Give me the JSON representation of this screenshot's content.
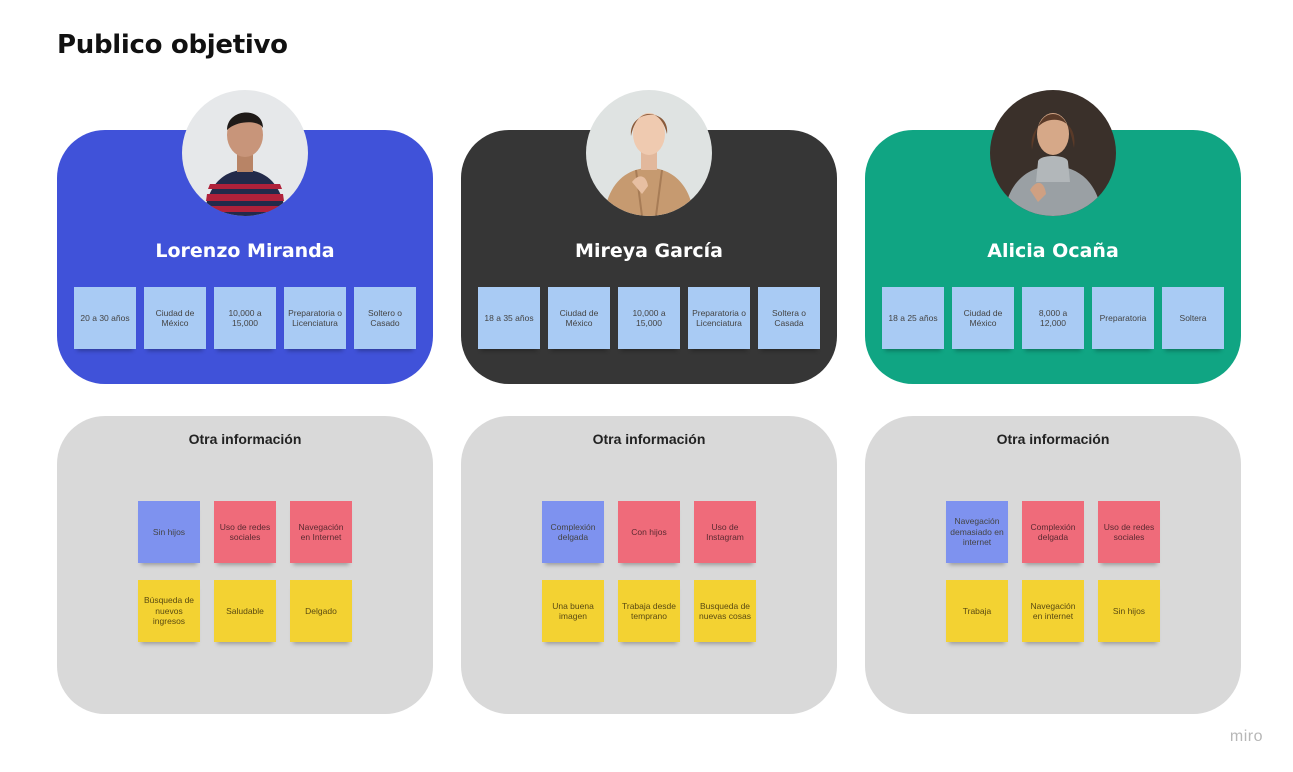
{
  "page_title": "Publico objetivo",
  "personas": [
    {
      "name": "Lorenzo Miranda",
      "color": "#4052d9",
      "photo": "young-man-red-striped-sweater",
      "attributes": [
        "20 a 30 años",
        "Ciudad de México",
        "10,000 a 15,000",
        "Preparatoria o Licenciatura",
        "Soltero o Casado"
      ]
    },
    {
      "name": "Mireya García",
      "color": "#363636",
      "photo": "woman-beige-knit-sweater",
      "attributes": [
        "18 a 35 años",
        "Ciudad de México",
        "10,000 a 15,000",
        "Preparatoria o Licenciatura",
        "Soltera o Casada"
      ]
    },
    {
      "name": "Alicia Ocaña",
      "color": "#10a583",
      "photo": "woman-grey-turtleneck",
      "attributes": [
        "18 a 25 años",
        "Ciudad de México",
        "8,000 a 12,000",
        "Preparatoria",
        "Soltera"
      ]
    }
  ],
  "other_info": [
    {
      "title": "Otra información",
      "notes": [
        {
          "text": "Sin hijos",
          "color": "violet"
        },
        {
          "text": "Uso de redes sociales",
          "color": "pink"
        },
        {
          "text": "Navegación en Internet",
          "color": "pink"
        },
        {
          "text": "Búsqueda de nuevos ingresos",
          "color": "yellow"
        },
        {
          "text": "Saludable",
          "color": "yellow"
        },
        {
          "text": "Delgado",
          "color": "yellow"
        }
      ]
    },
    {
      "title": "Otra información",
      "notes": [
        {
          "text": "Complexión delgada",
          "color": "violet"
        },
        {
          "text": "Con hijos",
          "color": "pink"
        },
        {
          "text": "Uso de Instagram",
          "color": "pink"
        },
        {
          "text": "Una buena imagen",
          "color": "yellow"
        },
        {
          "text": "Trabaja desde temprano",
          "color": "yellow"
        },
        {
          "text": "Busqueda de nuevas cosas",
          "color": "yellow"
        }
      ]
    },
    {
      "title": "Otra información",
      "notes": [
        {
          "text": "Navegación demasiado en internet",
          "color": "violet"
        },
        {
          "text": "Complexión delgada",
          "color": "pink"
        },
        {
          "text": "Uso de redes sociales",
          "color": "pink"
        },
        {
          "text": "Trabaja",
          "color": "yellow"
        },
        {
          "text": "Navegación en internet",
          "color": "yellow"
        },
        {
          "text": "Sin hijos",
          "color": "yellow"
        }
      ]
    }
  ],
  "watermark": "miro"
}
